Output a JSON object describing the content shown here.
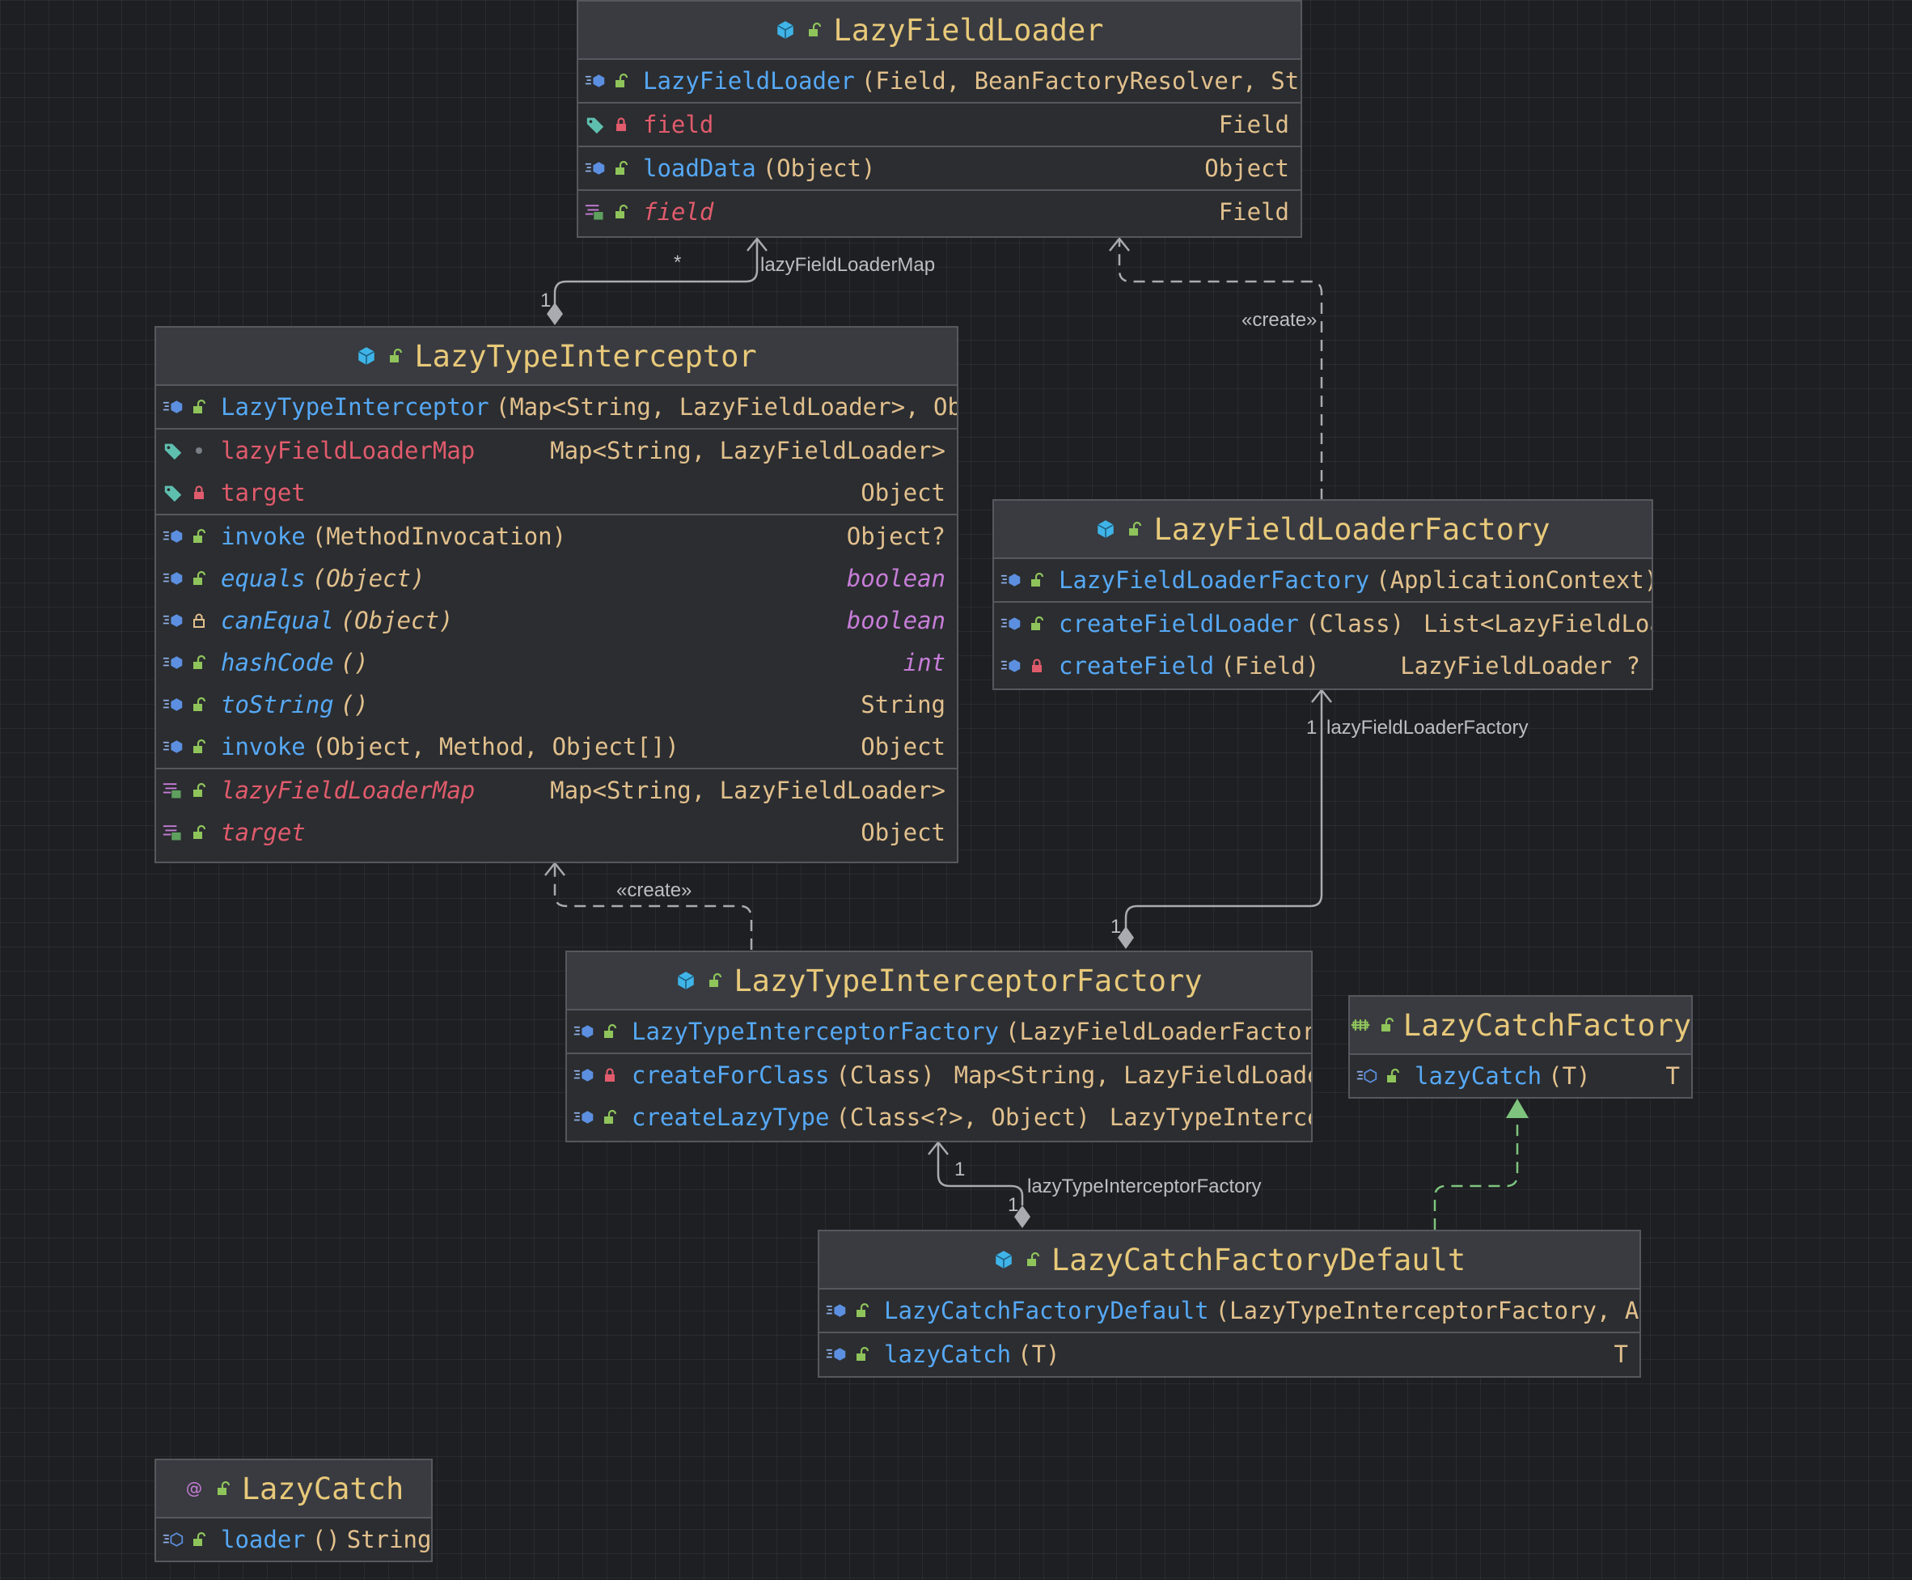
{
  "nodes": {
    "lazyFieldLoader": {
      "title": "LazyFieldLoader",
      "constructor": {
        "name": "LazyFieldLoader",
        "params": "(Field, BeanFactoryResolver, String)"
      },
      "field": {
        "name": "field",
        "type": "Field"
      },
      "loadData": {
        "name": "loadData",
        "params": "(Object)",
        "type": "Object"
      },
      "propField": {
        "name": "field",
        "type": "Field"
      }
    },
    "lazyTypeInterceptor": {
      "title": "LazyTypeInterceptor",
      "constructor": {
        "name": "LazyTypeInterceptor",
        "params": "(Map<String, LazyFieldLoader>, Object)"
      },
      "lazyFieldLoaderMap": {
        "name": "lazyFieldLoaderMap",
        "type": "Map<String, LazyFieldLoader>"
      },
      "target": {
        "name": "target",
        "type": "Object"
      },
      "invoke1": {
        "name": "invoke",
        "params": "(MethodInvocation)",
        "type": "Object?"
      },
      "equals": {
        "name": "equals",
        "params": "(Object)",
        "type": "boolean"
      },
      "canEqual": {
        "name": "canEqual",
        "params": "(Object)",
        "type": "boolean"
      },
      "hashCode": {
        "name": "hashCode",
        "params": "()",
        "type": "int"
      },
      "toString": {
        "name": "toString",
        "params": "()",
        "type": "String"
      },
      "invoke2": {
        "name": "invoke",
        "params": "(Object, Method, Object[])",
        "type": "Object"
      },
      "propMap": {
        "name": "lazyFieldLoaderMap",
        "type": "Map<String, LazyFieldLoader>"
      },
      "propTarget": {
        "name": "target",
        "type": "Object"
      }
    },
    "lazyFieldLoaderFactory": {
      "title": "LazyFieldLoaderFactory",
      "constructor": {
        "name": "LazyFieldLoaderFactory",
        "params": "(ApplicationContext)"
      },
      "createFieldLoader": {
        "name": "createFieldLoader",
        "params": "(Class)",
        "type": "List<LazyFieldLoader>"
      },
      "createField": {
        "name": "createField",
        "params": "(Field)",
        "type": "LazyFieldLoader ?"
      }
    },
    "lazyTypeInterceptorFactory": {
      "title": "LazyTypeInterceptorFactory",
      "constructor": {
        "name": "LazyTypeInterceptorFactory",
        "params": "(LazyFieldLoaderFactory)"
      },
      "createForClass": {
        "name": "createForClass",
        "params": "(Class)",
        "type": "Map<String, LazyFieldLoader>"
      },
      "createLazyType": {
        "name": "createLazyType",
        "params": "(Class<?>, Object)",
        "type": "LazyTypeInterceptor"
      }
    },
    "lazyCatchFactory": {
      "title": "LazyCatchFactory",
      "lazyCatch": {
        "name": "lazyCatch",
        "params": "(T)",
        "type": "T"
      }
    },
    "lazyCatchFactoryDefault": {
      "title": "LazyCatchFactoryDefault",
      "constructor": {
        "name": "LazyCatchFactoryDefault",
        "params": "(LazyTypeInterceptorFactory, Applicat"
      },
      "lazyCatch": {
        "name": "lazyCatch",
        "params": "(T)",
        "type": "T"
      }
    },
    "lazyCatch": {
      "title": "LazyCatch",
      "loader": {
        "name": "loader",
        "params": "()",
        "type": "String"
      }
    }
  },
  "edges": {
    "mapRole": "lazyFieldLoaderMap",
    "mapSourceMult": "1",
    "mapTargetMult": "*",
    "create1": "«create»",
    "create2": "«create»",
    "factoryRole": "lazyFieldLoaderFactory",
    "factorySourceMult": "1",
    "factoryTargetMult": "1",
    "interceptorFactoryRole": "lazyTypeInterceptorFactory",
    "interceptorFactorySourceMult": "1",
    "interceptorFactoryTargetMult": "1"
  },
  "colors": {
    "background": "#1e1f22",
    "nodeBody": "#2b2d30",
    "nodeHeader": "#393b40",
    "title": "#e8c97a",
    "methodName": "#56a8f5",
    "fieldName": "#e05b6c",
    "typeText": "#e2c08d",
    "keyword": "#c77dd8",
    "edge": "#a9abb0",
    "realization": "#7ec47e"
  }
}
